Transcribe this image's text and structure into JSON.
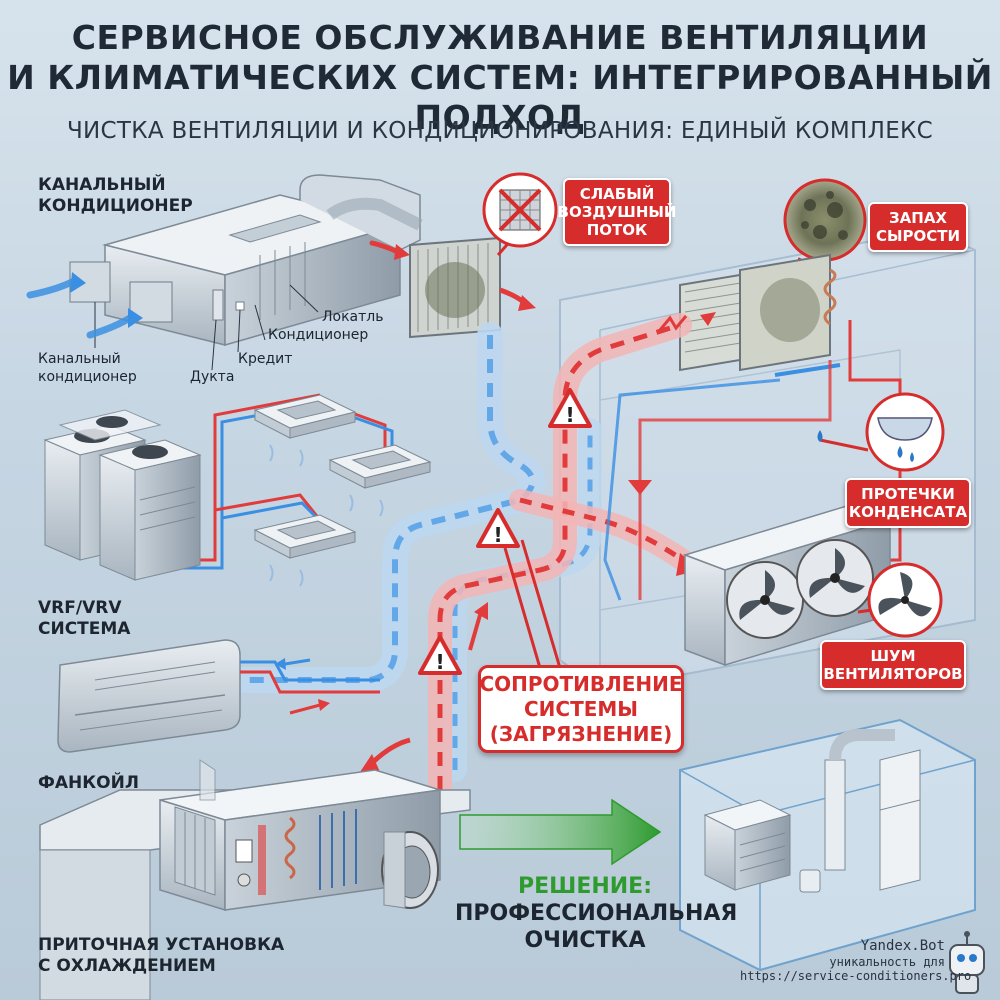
{
  "header": {
    "title_line1": "СЕРВИСНОЕ ОБСЛУЖИВАНИЕ ВЕНТИЛЯЦИИ",
    "title_line2": "И КЛИМАТИЧЕСКИХ СИСТЕМ: ИНТЕГРИРОВАННЫЙ ПОДХОД",
    "subtitle": "ЧИСТКА ВЕНТИЛЯЦИИ И КОНДИЦИОНИРОВАНИЯ: ЕДИНЫЙ КОМПЛЕКС"
  },
  "equipment": {
    "ducted_title_line1": "КАНАЛЬНЫЙ",
    "ducted_title_line2": "КОНДИЦИОНЕР",
    "part_lokatl": "Локатль",
    "part_konditsioner": "Кондиционер",
    "part_kredit": "Кредит",
    "part_dukta": "Дукта",
    "part_kanalny_line1": "Канальный",
    "part_kanalny_line2": "кондиционер",
    "vrf_line1": "VRF/VRV",
    "vrf_line2": "СИСТЕМА",
    "fancoil": "ФАНКОЙЛ",
    "ahu_line1": "ПРИТОЧНАЯ УСТАНОВКА",
    "ahu_line2": "С ОХЛАЖДЕНИЕМ"
  },
  "problems": {
    "airflow_line1": "СЛАБЫЙ",
    "airflow_line2": "ВОЗДУШНЫЙ",
    "airflow_line3": "ПОТОК",
    "damp_line1": "ЗАПАХ",
    "damp_line2": "СЫРОСТИ",
    "leak_line1": "ПРОТЕЧКИ",
    "leak_line2": "КОНДЕНСАТА",
    "noise_line1": "ШУМ",
    "noise_line2": "ВЕНТИЛЯТОРОВ",
    "resistance_line1": "СОПРОТИВЛЕНИЕ",
    "resistance_line2": "СИСТЕМЫ",
    "resistance_line3": "(ЗАГРЯЗНЕНИЕ)"
  },
  "solution": {
    "label": "РЕШЕНИЕ:",
    "line1": "ПРОФЕССИОНАЛЬНАЯ",
    "line2": "ОЧИСТКА"
  },
  "watermark": {
    "bot": "Yandex.Bot",
    "line1": "уникальность для",
    "line2": "https://service-conditioners.pro"
  },
  "colors": {
    "hot_pipe": "#e23b3b",
    "cold_pipe": "#3b8fe2",
    "alert_red": "#d62c2c",
    "solution_green": "#2e9b2e",
    "metal": "#b7c2cc"
  }
}
